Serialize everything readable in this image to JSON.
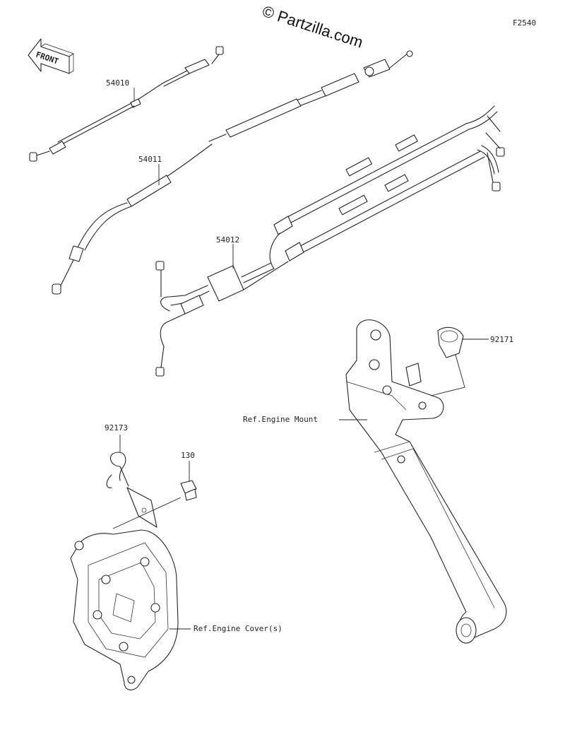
{
  "header": {
    "figure_code": "F2540",
    "watermark": "© Partzilla.com"
  },
  "direction_arrow": {
    "label": "FRONT"
  },
  "callouts": {
    "p54010": "54010",
    "p54011": "54011",
    "p54012": "54012",
    "p92171": "92171",
    "p92173": "92173",
    "p130": "130",
    "ref_engine_mount": "Ref.Engine Mount",
    "ref_engine_cover": "Ref.Engine Cover(s)"
  }
}
